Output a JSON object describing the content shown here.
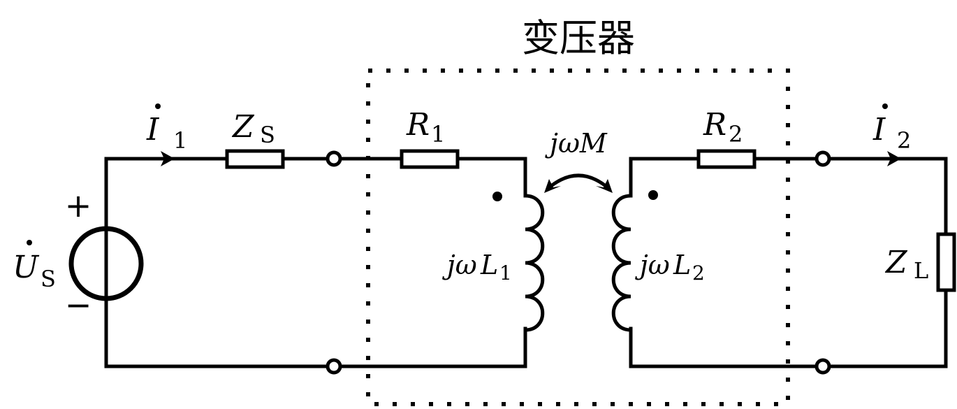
{
  "diagram": {
    "type": "circuit",
    "title": "变压器",
    "source": {
      "symbol": "U",
      "subscript": "S",
      "phasor_dot": true,
      "plus_sign": "+",
      "minus_sign": "−"
    },
    "currents": [
      {
        "symbol": "I",
        "subscript": "1",
        "direction": "right"
      },
      {
        "symbol": "I",
        "subscript": "2",
        "direction": "right"
      }
    ],
    "components": {
      "source_impedance": {
        "symbol": "Z",
        "subscript": "S"
      },
      "primary_resistance": {
        "symbol": "R",
        "subscript": "1"
      },
      "secondary_resistance": {
        "symbol": "R",
        "subscript": "2"
      },
      "primary_inductance": {
        "prefix": "jω",
        "symbol": "L",
        "subscript": "1"
      },
      "secondary_inductance": {
        "prefix": "jω",
        "symbol": "L",
        "subscript": "2"
      },
      "mutual_inductance": {
        "label": "jωM"
      },
      "load_impedance": {
        "symbol": "Z",
        "subscript": "L"
      }
    },
    "transformer_boundary": "dotted box",
    "dot_markings": [
      "primary-top",
      "secondary-top"
    ]
  }
}
